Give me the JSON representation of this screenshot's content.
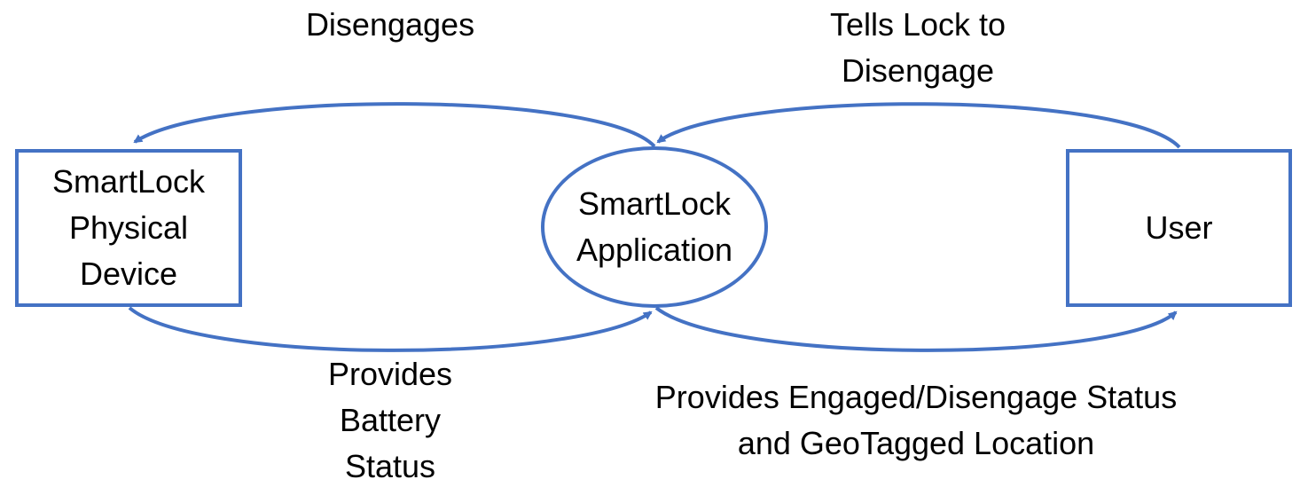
{
  "colors": {
    "stroke": "#4472C4",
    "text": "#000000",
    "background": "#ffffff"
  },
  "nodes": {
    "device": {
      "lines": [
        "SmartLock",
        "Physical",
        "Device"
      ],
      "shape": "rectangle"
    },
    "application": {
      "lines": [
        "SmartLock",
        "Application"
      ],
      "shape": "ellipse"
    },
    "user": {
      "lines": [
        "User"
      ],
      "shape": "rectangle"
    }
  },
  "edges": {
    "disengages": {
      "from": "application",
      "to": "device",
      "lines": [
        "Disengages"
      ]
    },
    "tells_lock": {
      "from": "user",
      "to": "application",
      "lines": [
        "Tells Lock to",
        "Disengage"
      ]
    },
    "battery_status": {
      "from": "device",
      "to": "application",
      "lines": [
        "Provides",
        "Battery",
        "Status"
      ]
    },
    "engaged_status": {
      "from": "application",
      "to": "user",
      "lines": [
        "Provides Engaged/Disengage Status",
        "and GeoTagged Location"
      ]
    }
  }
}
